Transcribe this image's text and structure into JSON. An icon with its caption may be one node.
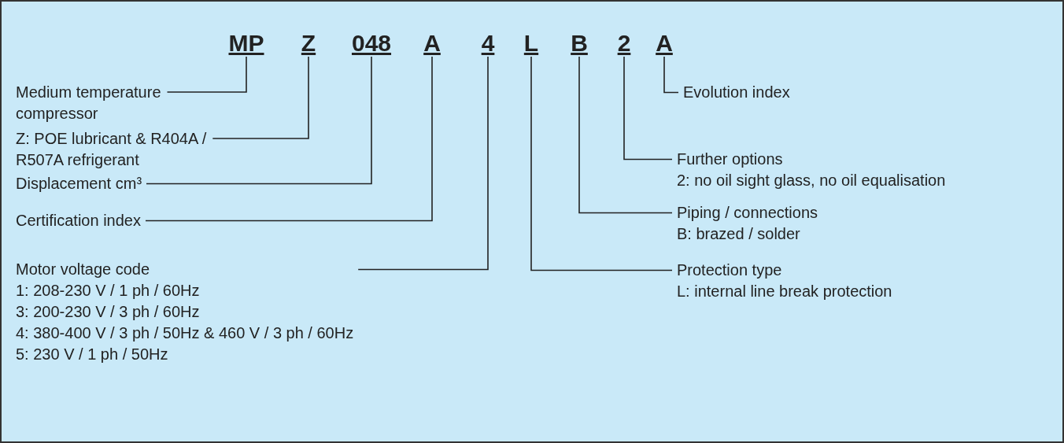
{
  "diagram": {
    "nodes": [
      {
        "text": [
          "MP"
        ]
      },
      {
        "text": [
          "Z"
        ]
      },
      {
        "text": [
          "048"
        ]
      },
      {
        "text": [
          "A"
        ]
      },
      {
        "text": [
          "4"
        ]
      },
      {
        "text": [
          "L"
        ]
      },
      {
        "text": [
          "B"
        ]
      },
      {
        "text": [
          "2"
        ]
      },
      {
        "text": [
          "A"
        ]
      },
      {
        "text": [
          "Medium temperature compressor"
        ]
      },
      {
        "text": [
          "Z: POE lubricant & R404A / R507A refrigerant"
        ]
      },
      {
        "text": [
          "Displacement cm³"
        ]
      },
      {
        "text": [
          "Certification index"
        ]
      },
      {
        "text": [
          "Motor voltage code",
          "1: 208-230 V / 1 ph / 60Hz",
          "3: 200-230 V / 3 ph / 60Hz",
          "4: 380-400 V / 3 ph / 50Hz & 460 V / 3 ph / 60Hz",
          "5: 230 V / 1 ph / 50Hz"
        ]
      },
      {
        "text": [
          "Evolution index"
        ]
      },
      {
        "text": [
          "Further options",
          "2: no oil sight glass, no oil equalisation"
        ]
      },
      {
        "text": [
          "Piping / connections",
          "B: brazed / solder"
        ]
      },
      {
        "text": [
          "Protection type",
          "L: internal line break protection"
        ]
      }
    ],
    "edges": [
      {
        "from": 9,
        "to": 0,
        "arrow": "none"
      },
      {
        "from": 10,
        "to": 1,
        "arrow": "none"
      },
      {
        "from": 11,
        "to": 2,
        "arrow": "none"
      },
      {
        "from": 12,
        "to": 3,
        "arrow": "none"
      },
      {
        "from": 13,
        "to": 4,
        "arrow": "none"
      },
      {
        "from": 14,
        "to": 8,
        "arrow": "none"
      },
      {
        "from": 15,
        "to": 7,
        "arrow": "none"
      },
      {
        "from": 16,
        "to": 6,
        "arrow": "none"
      },
      {
        "from": 17,
        "to": 5,
        "arrow": "none"
      }
    ]
  }
}
